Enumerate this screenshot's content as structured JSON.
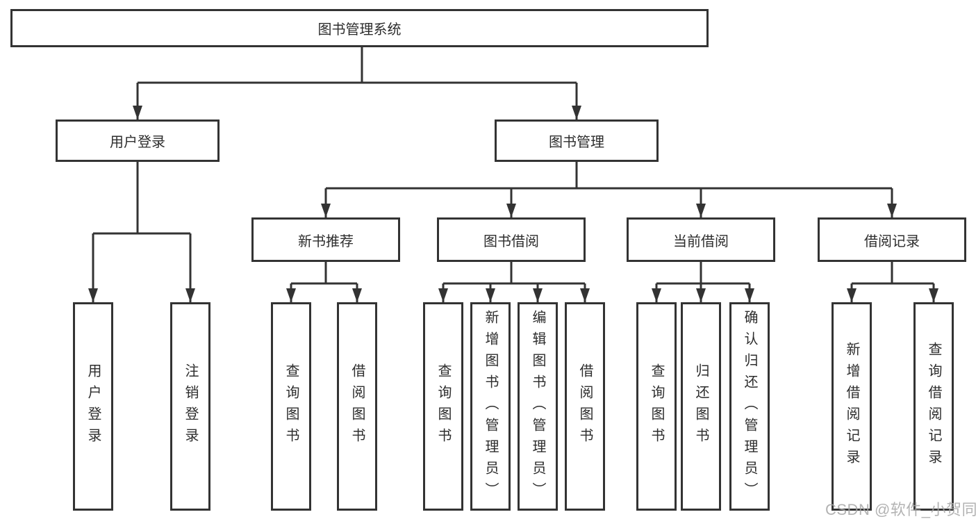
{
  "watermark": {
    "text": "CSDN @软件_小贺同学"
  },
  "tree": {
    "root": {
      "label": "图书管理系统",
      "children": [
        {
          "label": "用户登录",
          "children": [
            {
              "label": "用户登录"
            },
            {
              "label": "注销登录"
            }
          ]
        },
        {
          "label": "图书管理",
          "children": [
            {
              "label": "新书推荐",
              "children": [
                {
                  "label": "查询图书"
                },
                {
                  "label": "借阅图书"
                }
              ]
            },
            {
              "label": "图书借阅",
              "children": [
                {
                  "label": "查询图书"
                },
                {
                  "label": "新增图书（管理员）"
                },
                {
                  "label": "编辑图书（管理员）"
                },
                {
                  "label": "借阅图书"
                }
              ]
            },
            {
              "label": "当前借阅",
              "children": [
                {
                  "label": "查询图书"
                },
                {
                  "label": "归还图书"
                },
                {
                  "label": "确认归还（管理员）"
                }
              ]
            },
            {
              "label": "借阅记录",
              "children": [
                {
                  "label": "新增借阅记录"
                },
                {
                  "label": "查询借阅记录"
                }
              ]
            }
          ]
        }
      ]
    }
  }
}
